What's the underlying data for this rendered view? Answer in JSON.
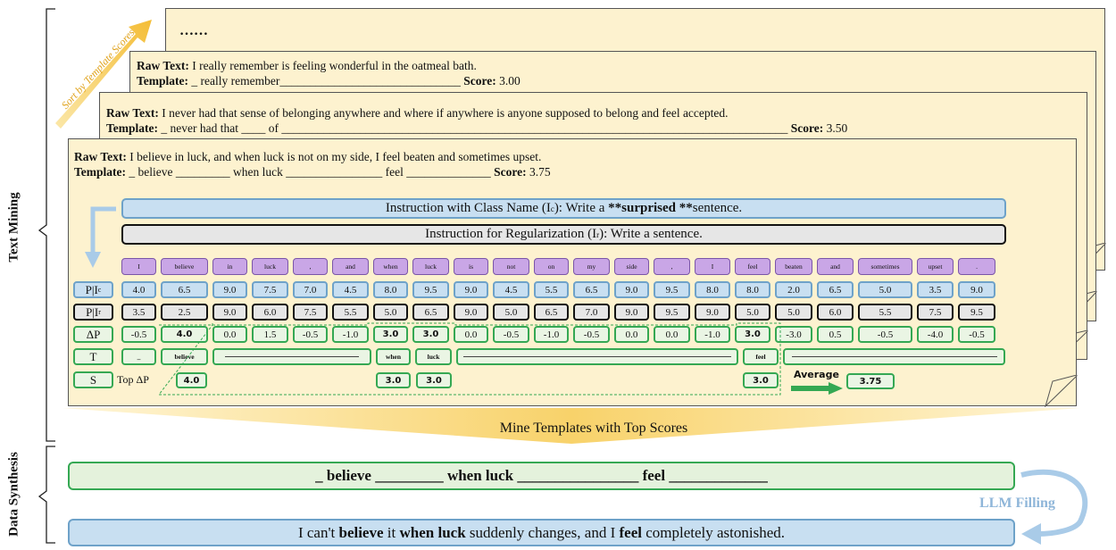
{
  "sections": {
    "text_mining": "Text Mining",
    "data_synthesis": "Data Synthesis"
  },
  "sort_label": "Sort by Template Scores",
  "cards": {
    "back_dots": "……",
    "c3": {
      "raw_label": "Raw Text:",
      "raw": " I really remember is feeling wonderful in the oatmeal bath.",
      "tpl_label": "Template:",
      "tpl": " _ really remember______________________________ ",
      "score_label": "Score:",
      "score": " 3.00"
    },
    "c2": {
      "raw_label": "Raw Text:",
      "raw": " I never had that sense of belonging anywhere and where if anywhere is anyone supposed to belong and feel accepted.",
      "tpl_label": "Template:",
      "tpl": " _ never had that ____ of ____________________________________________________________________________________ ",
      "score_label": "Score:",
      "score": " 3.50"
    },
    "c1": {
      "raw_label": "Raw Text:",
      "raw": " I believe in luck, and when luck is not on my side, I feel beaten and sometimes upset.",
      "tpl_label": "Template:",
      "tpl": " _ believe _________ when luck ________________ feel ______________ ",
      "score_label": "Score:",
      "score": " 3.75"
    }
  },
  "instr_class": {
    "pre": "Instruction with Class Name (I",
    "sub": "c",
    "mid": "): Write a ",
    "strong": "**surprised **",
    "post": " sentence."
  },
  "instr_reg": {
    "pre": "Instruction for Regularization (I",
    "sub": "r",
    "post": "): Write a sentence."
  },
  "row_labels": {
    "pc": "P|I",
    "pc_sub": "c",
    "pr": "P|I",
    "pr_sub": "r",
    "dp": "ΔP",
    "t": "T",
    "s": "S"
  },
  "tokens": [
    "I",
    "believe",
    "in",
    "luck",
    ",",
    "and",
    "when",
    "luck",
    "is",
    "not",
    "on",
    "my",
    "side",
    ",",
    "I",
    "feel",
    "beaten",
    "and",
    "sometimes",
    "upset",
    "."
  ],
  "p_class": [
    "4.0",
    "6.5",
    "9.0",
    "7.5",
    "7.0",
    "4.5",
    "8.0",
    "9.5",
    "9.0",
    "4.5",
    "5.5",
    "6.5",
    "9.0",
    "9.5",
    "8.0",
    "8.0",
    "2.0",
    "6.5",
    "5.0",
    "3.5",
    "9.0"
  ],
  "p_reg": [
    "3.5",
    "2.5",
    "9.0",
    "6.0",
    "7.5",
    "5.5",
    "5.0",
    "6.5",
    "9.0",
    "5.0",
    "6.5",
    "7.0",
    "9.0",
    "9.5",
    "9.0",
    "5.0",
    "5.0",
    "6.0",
    "5.5",
    "7.5",
    "9.5"
  ],
  "delta_p": [
    "-0.5",
    "4.0",
    "0.0",
    "1.5",
    "-0.5",
    "-1.0",
    "3.0",
    "3.0",
    "0.0",
    "-0.5",
    "-1.0",
    "-0.5",
    "0.0",
    "0.0",
    "-1.0",
    "3.0",
    "-3.0",
    "0.5",
    "-0.5",
    "-4.0",
    "-0.5"
  ],
  "template_tokens": {
    "t0": "_",
    "t1": "believe",
    "t6": "when",
    "t7": "luck",
    "t15": "feel"
  },
  "scores": {
    "top_label": "Top ΔP",
    "s1": "4.0",
    "s6": "3.0",
    "s7": "3.0",
    "s15": "3.0",
    "average_label": "Average",
    "average": "3.75"
  },
  "mine_label": "Mine Templates with Top Scores",
  "synth_template": {
    "a": "_ believe _________ when luck ________________ feel _____________"
  },
  "synth_output": {
    "p1": "I can't ",
    "b1": "believe",
    "p2": " it ",
    "b2": "when luck",
    "p3": " suddenly changes, and I ",
    "b3": "feel",
    "p4": " completely astonished."
  },
  "llm_label": "LLM Filling",
  "colors": {
    "card_bg": "#fdf2cf",
    "blue": "#c8dff1",
    "blue_border": "#6ea2c9",
    "green": "#35a853",
    "purple": "#c9a6e6",
    "arrow_yellow": "#f6c94a"
  }
}
